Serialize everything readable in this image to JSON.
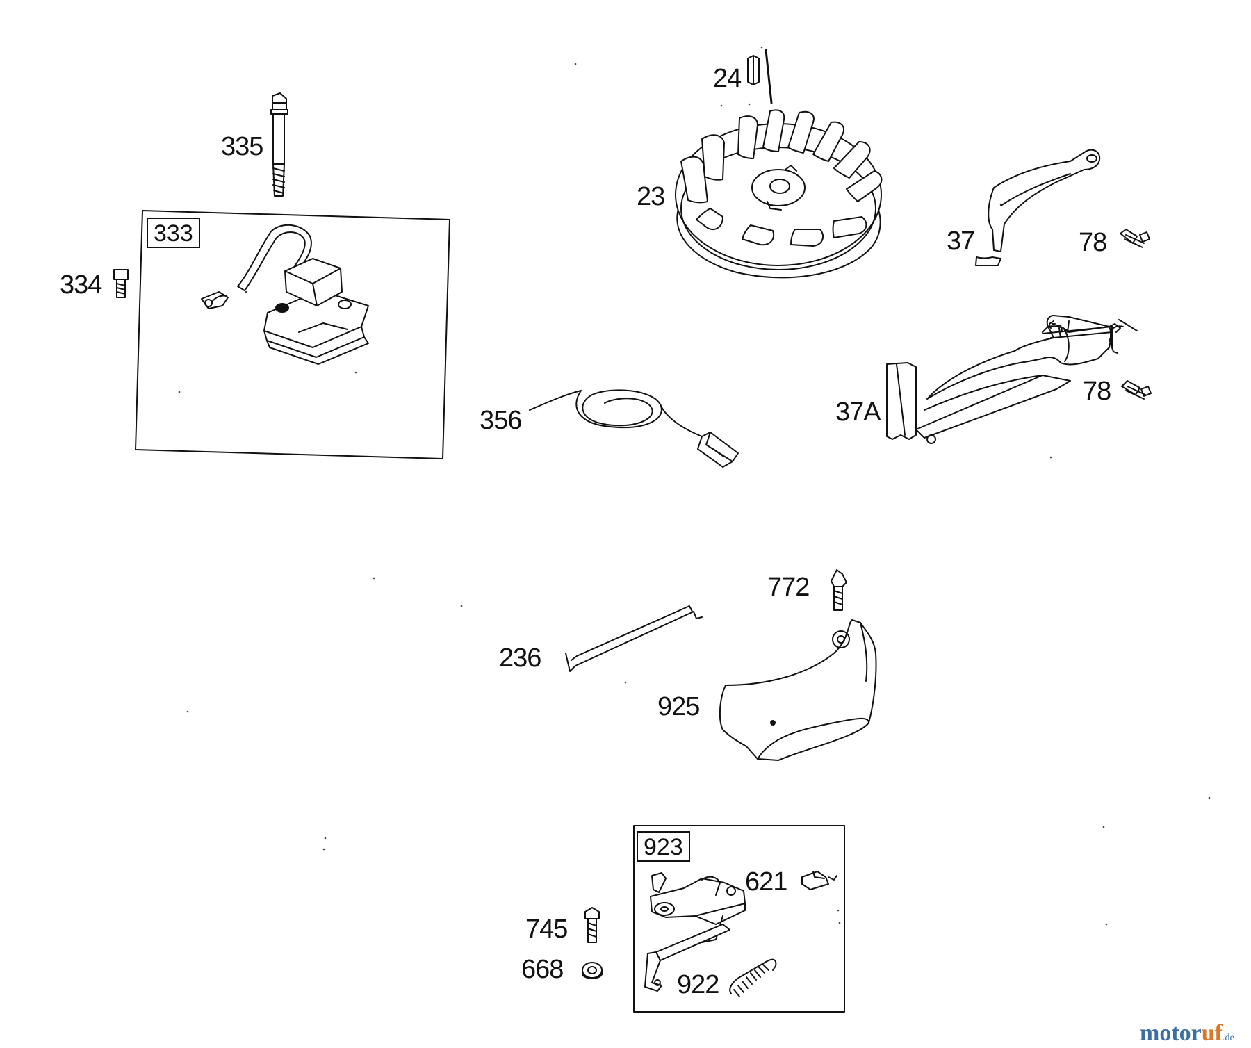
{
  "parts": {
    "p335": "335",
    "p333": "333",
    "p334": "334",
    "p24": "24",
    "p23": "23",
    "p37": "37",
    "p78a": "78",
    "p356": "356",
    "p37a": "37A",
    "p78b": "78",
    "p772": "772",
    "p236": "236",
    "p925": "925",
    "p923": "923",
    "p621": "621",
    "p745": "745",
    "p668": "668",
    "p922": "922"
  },
  "watermark": {
    "part1": "motor",
    "part2": "uf",
    "suffix": ".de",
    "color_primary": "#3a6ea5",
    "color_accent": "#d9782a"
  }
}
